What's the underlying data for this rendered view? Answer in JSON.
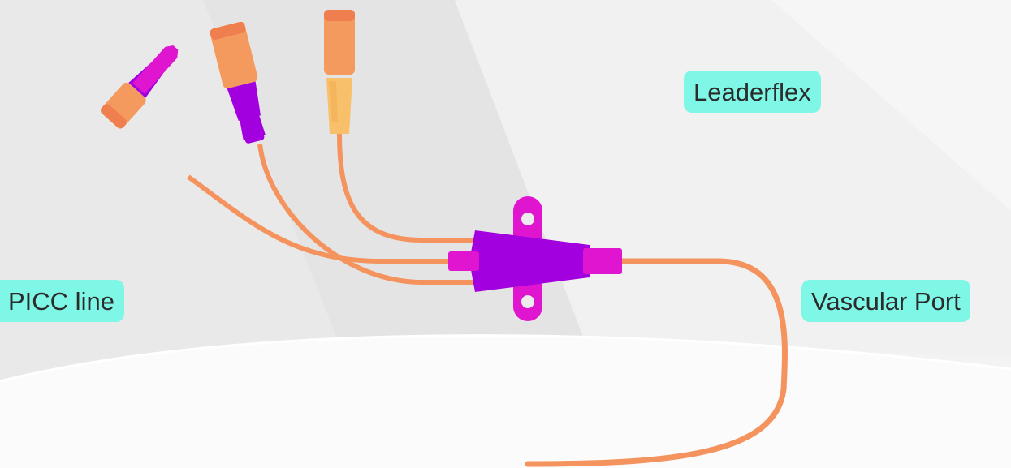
{
  "labels": {
    "leaderflex": "Leaderflex",
    "picc_line": "PICC line",
    "vascular_port": "Vascular Port"
  },
  "colors": {
    "label_background": "#7ff7e6",
    "tubing": "#f4935e",
    "cap_orange": "#f59a5f",
    "cap_light_orange": "#f8c06a",
    "connector_purple": "#a300e0",
    "connector_magenta": "#e015d0",
    "background": "#eeeeee"
  },
  "components": [
    "catheter-tubing",
    "lumen-extension-1",
    "lumen-extension-2",
    "lumen-extension-3",
    "hub-connector",
    "suture-wings"
  ]
}
